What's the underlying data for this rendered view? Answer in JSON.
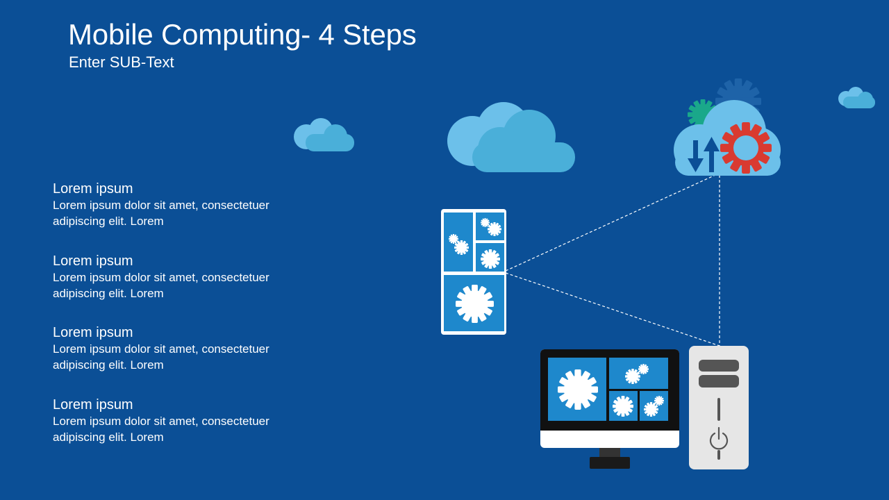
{
  "header": {
    "title": "Mobile Computing- 4 Steps",
    "subtitle": "Enter SUB-Text"
  },
  "steps": [
    {
      "title": "Lorem ipsum",
      "line1": "Lorem ipsum dolor sit amet, consectetuer",
      "line2": "adipiscing elit. Lorem"
    },
    {
      "title": "Lorem ipsum",
      "line1": "Lorem ipsum dolor sit amet, consectetuer",
      "line2": "adipiscing elit. Lorem"
    },
    {
      "title": "Lorem ipsum",
      "line1": "Lorem ipsum dolor sit amet, consectetuer",
      "line2": "adipiscing elit. Lorem"
    },
    {
      "title": "Lorem ipsum",
      "line1": "Lorem ipsum dolor sit amet, consectetuer",
      "line2": "adipiscing elit. Lorem"
    }
  ],
  "colors": {
    "background": "#0b4f96",
    "cloud_light": "#6cc0ea",
    "cloud": "#4aafd9",
    "tile_blue": "#1e88cc",
    "gear_red": "#d93a30",
    "gear_green": "#1aa88a",
    "tower": "#e6e6e6"
  },
  "icons": {
    "cloud_sync": "cloud-gear-sync-icon",
    "tablet": "tablet-gears-icon",
    "monitor": "desktop-monitor-icon",
    "tower": "server-tower-icon"
  }
}
